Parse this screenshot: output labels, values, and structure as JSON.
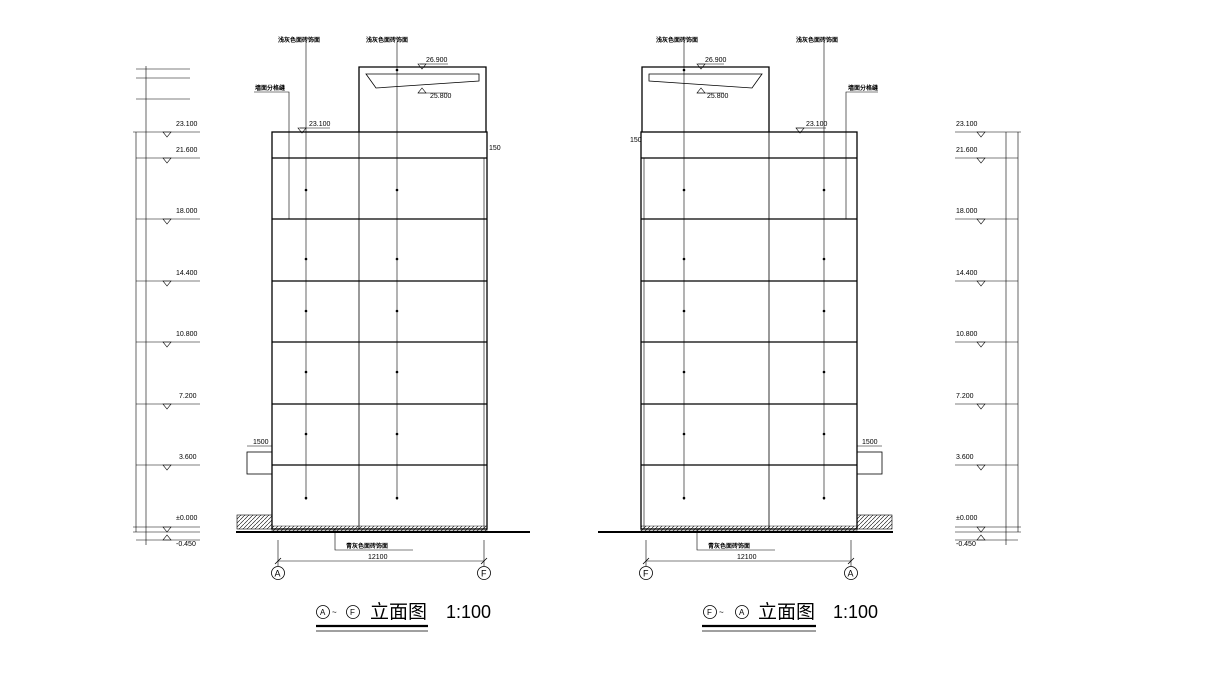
{
  "notes": {
    "light_paint": "浅灰色面砖饰面",
    "tile_finish": "浅灰色面砖饰面",
    "wall_line": "墙面分格缝",
    "base_finish": "青灰色面砖饰面"
  },
  "levels": [
    "-0.450",
    "±0.000",
    "3.600",
    "7.200",
    "10.800",
    "14.400",
    "18.000",
    "21.600",
    "23.100"
  ],
  "top_levels": [
    "26.900",
    "25.800"
  ],
  "dims": {
    "overall_width": "12100",
    "canopy_width": "1500",
    "offset": "150"
  },
  "left": {
    "axis_start": "A",
    "axis_end": "F",
    "title_axis_1": "A",
    "title_sep": "~",
    "title_axis_2": "F",
    "title_text": "立面图",
    "scale": "1:100"
  },
  "right": {
    "axis_start": "F",
    "axis_end": "A",
    "title_axis_1": "F",
    "title_sep": "~",
    "title_axis_2": "A",
    "title_text": "立面图",
    "scale": "1:100"
  }
}
